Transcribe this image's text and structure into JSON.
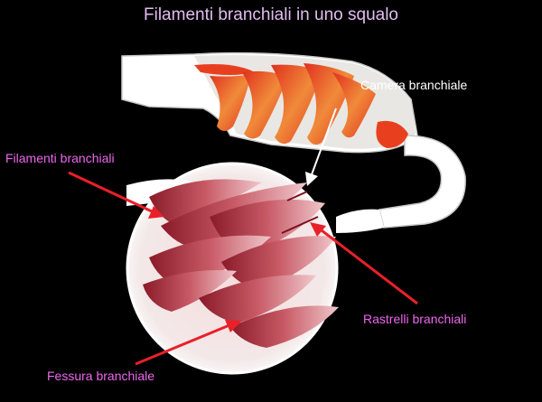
{
  "title": "Filamenti branchiali in uno squalo",
  "labels": {
    "chamber": "Camera branchiale",
    "filaments": "Filamenti branchiali",
    "rakers": "Rastrelli branchiali",
    "slit": "Fessura branchiale"
  },
  "colors": {
    "background": "#000000",
    "title": "#e2bdf0",
    "label_pink": "#ee66ee",
    "label_white": "#ffffff",
    "arrow_red": "#e8202a",
    "gill_orange": "#f07a2a",
    "tissue_red": "#b8404a"
  }
}
